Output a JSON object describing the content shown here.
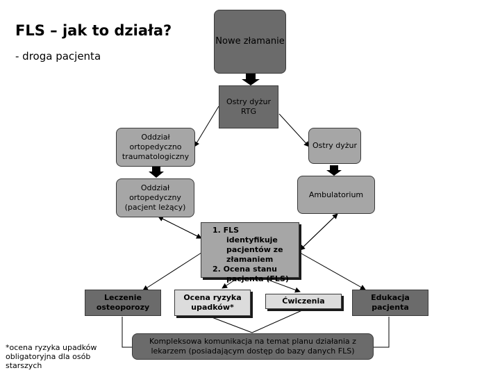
{
  "title": "FLS – jak to działa?",
  "subtitle": "- droga pacjenta",
  "footnote": "*ocena ryzyka upadków obligatoryjna dla osób starszych",
  "nodes": {
    "new_fracture": "Nowe złamanie",
    "emergency_xray": "Ostry dyżur RTG",
    "ortho_trauma_ward": "Oddział ortopedyczno traumatologiczny",
    "ortho_ward_inpatient": "Oddział ortopedyczny (pacjent leżący)",
    "emergency_duty": "Ostry dyżur",
    "outpatient_clinic": "Ambulatorium",
    "fls_step1": "1. FLS identyfikuje pacjentów ze złamaniem",
    "fls_step2": "2. Ocena stanu pacjenta (FLS)",
    "osteoporosis_treatment": "Leczenie osteoporozy",
    "fall_risk": "Ocena ryzyka upadków*",
    "exercises": "Ćwiczenia",
    "patient_education": "Edukacja pacjenta",
    "communication": "Kompleksowa komunikacja na temat planu działania z lekarzem (posiadającym dostęp do bazy danych FLS)"
  }
}
